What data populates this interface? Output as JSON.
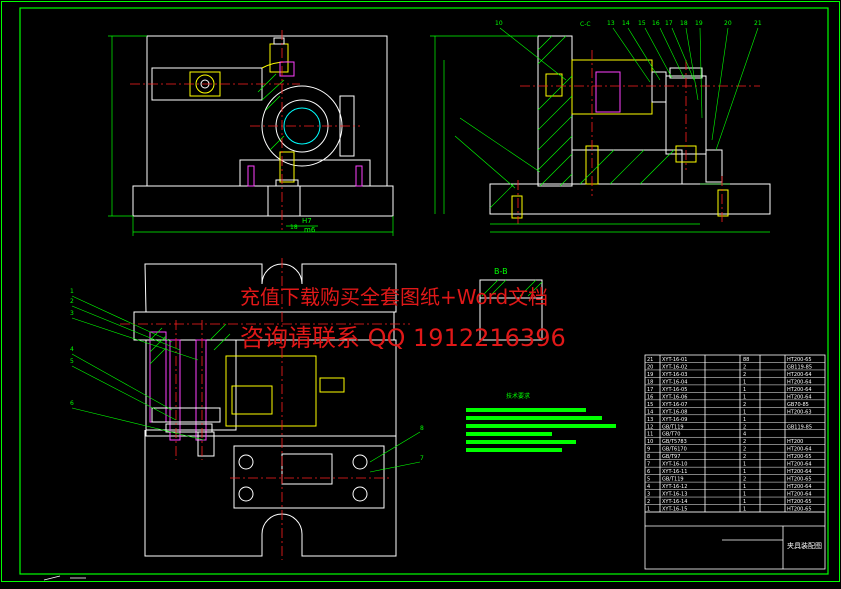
{
  "drawing": {
    "watermark_line1": "充值下载购买全套图纸+Word文档",
    "watermark_line2": "咨询请联系 QQ 1912216396",
    "section_label": "B-B",
    "section_cc": "C-C",
    "fit_label": "H7",
    "fit_label2": "m6",
    "fit_prefix": "18",
    "title_block_name": "夹具装配图",
    "tech_req_title": "技术要求",
    "colors": {
      "background": "#000000",
      "frame": "#00ff00",
      "outline": "#ffffff",
      "centerline": "#ff2020",
      "hatch": "#00ff00",
      "dimension": "#00ff00",
      "part_yellow": "#ffff00",
      "part_cyan": "#00ffff",
      "part_magenta": "#ff40ff",
      "watermark": "#e01818"
    },
    "parts_list_rows": [
      {
        "no": "21",
        "code": "XYT-16-01",
        "qty": "88",
        "mat": "HT200-65"
      },
      {
        "no": "20",
        "code": "XYT-16-02",
        "qty": "2",
        "mat": "GB119-85"
      },
      {
        "no": "19",
        "code": "XYT-16-03",
        "qty": "2",
        "mat": "HT200-64"
      },
      {
        "no": "18",
        "code": "XYT-16-04",
        "qty": "1",
        "mat": "HT200-64"
      },
      {
        "no": "17",
        "code": "XYT-16-05",
        "qty": "1",
        "mat": "HT200-64"
      },
      {
        "no": "16",
        "code": "XYT-16-06",
        "qty": "1",
        "mat": "HT200-64"
      },
      {
        "no": "15",
        "code": "XYT-16-07",
        "qty": "2",
        "mat": "GB70-85"
      },
      {
        "no": "14",
        "code": "XYT-16-08",
        "qty": "1",
        "mat": "HT200-63"
      },
      {
        "no": "13",
        "code": "XYT-16-09",
        "qty": "1",
        "mat": ""
      },
      {
        "no": "12",
        "code": "GB/T119",
        "qty": "2",
        "mat": "GB119-85"
      },
      {
        "no": "11",
        "code": "GB/T70",
        "qty": "4",
        "mat": ""
      },
      {
        "no": "10",
        "code": "GB/T5783",
        "qty": "2",
        "mat": "HT200"
      },
      {
        "no": "9",
        "code": "GB/T6170",
        "qty": "2",
        "mat": "HT200-64"
      },
      {
        "no": "8",
        "code": "GB/T97",
        "qty": "2",
        "mat": "HT200-65"
      },
      {
        "no": "7",
        "code": "XYT-16-10",
        "qty": "1",
        "mat": "HT200-64"
      },
      {
        "no": "6",
        "code": "XYT-16-11",
        "qty": "1",
        "mat": "HT200-64"
      },
      {
        "no": "5",
        "code": "GB/T119",
        "qty": "2",
        "mat": "HT200-65"
      },
      {
        "no": "4",
        "code": "XYT-16-12",
        "qty": "1",
        "mat": "HT200-64"
      },
      {
        "no": "3",
        "code": "XYT-16-13",
        "qty": "1",
        "mat": "HT200-64"
      },
      {
        "no": "2",
        "code": "XYT-16-14",
        "qty": "1",
        "mat": "HT200-65"
      },
      {
        "no": "1",
        "code": "XYT-16-15",
        "qty": "1",
        "mat": "HT200-65"
      }
    ]
  }
}
